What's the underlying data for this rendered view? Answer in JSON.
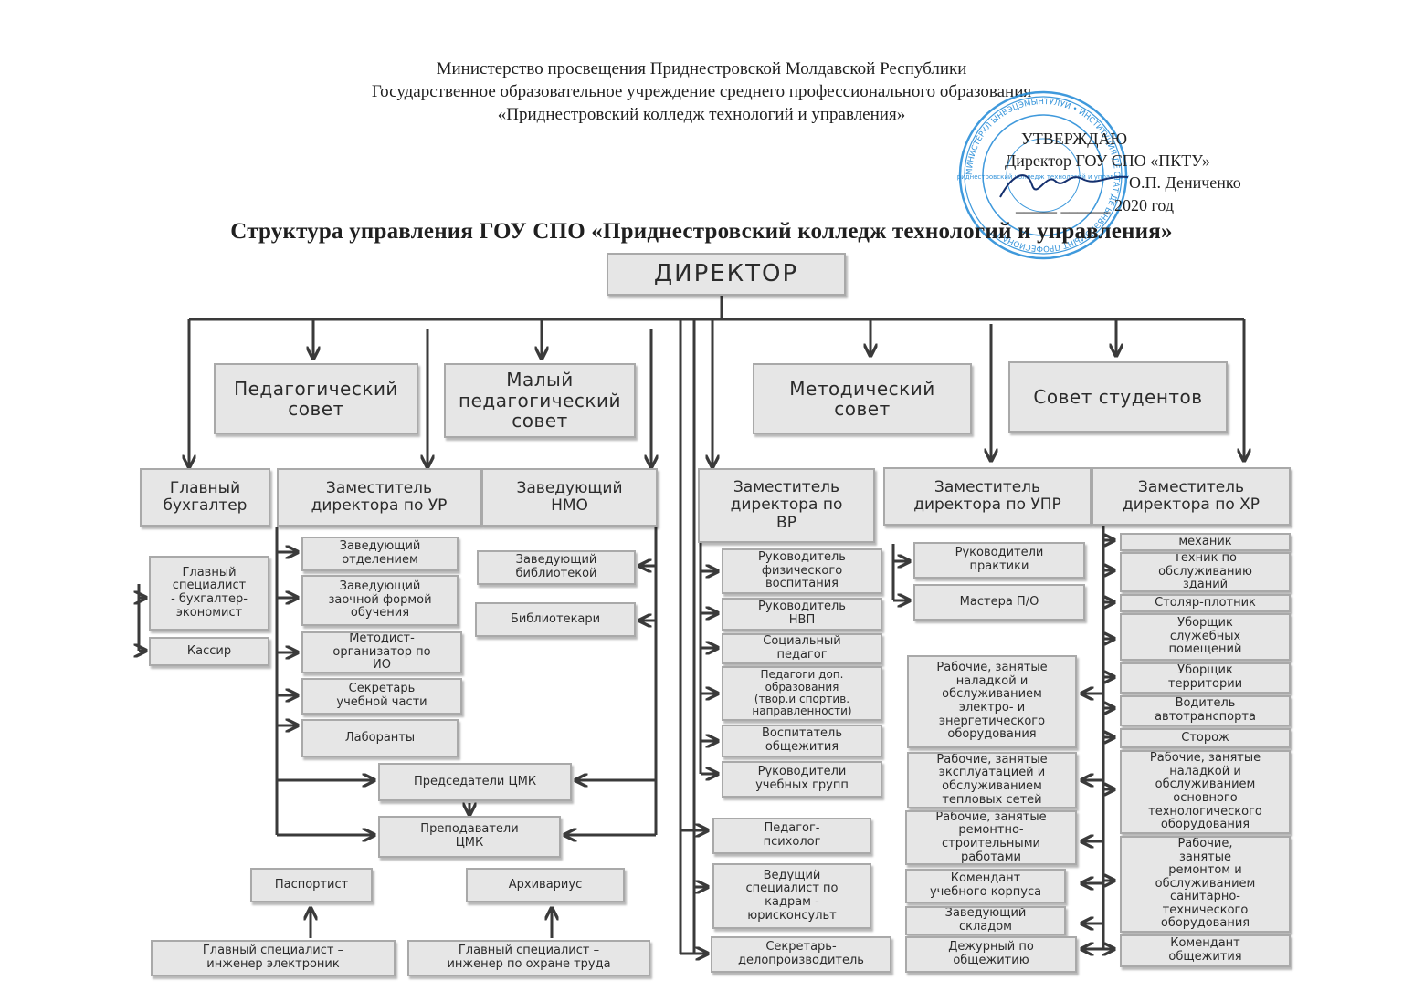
{
  "header": {
    "line1": "Министерство просвещения Приднестровской Молдавской Республики",
    "line2": "Государственное образовательное учреждение среднего профессионального образования",
    "line3": "«Приднестровский колледж технологий и управления»"
  },
  "approval": {
    "approve": "УТВЕРЖДАЮ",
    "position": "Директор ГОУ СПО «ПКТУ»",
    "name": "О.П. Дениченко",
    "date": "_____ ______ 2020 год"
  },
  "stamp": {
    "text": "МИНИСТЕРУЛ ЫНВЭЦЭМЫНТУЛУЙ • ИНСТИТУЦИЯ ДЕ СТАТ ДЕ ЫНВЭЦЭМЫНТ ПРОФЕСИОНАЛ",
    "center_text": "\"Приднестровский колледж технологий и управления\""
  },
  "title": "Структура управления ГОУ СПО «Приднестровский колледж технологий и управления»",
  "boxes": {
    "director": "ДИРЕКТОР",
    "ped_sovet": "Педагогический\nсовет",
    "maly_sovet": "Малый\nпедагогический\nсовет",
    "metod_sovet": "Методический\nсовет",
    "sovet_stud": "Совет студентов",
    "gl_buh": "Главный\nбухгалтер",
    "zam_ur": "Заместитель\nдиректора по УР",
    "zav_nmo": "Заведующий\nНМО",
    "zam_vr": "Заместитель\nдиректора по\nВР",
    "zam_upr": "Заместитель\nдиректора по УПР",
    "zam_hr": "Заместитель\nдиректора по ХР",
    "gl_spec_buh": "Главный\nспециалист\n- бухгалтер-\nэкономист",
    "kassir": "Кассир",
    "zav_otd": "Заведующий\nотделением",
    "zav_zaoch": "Заведующий\nзаочной формой\nобучения",
    "metodist": "Методист-\nорганизатор по\nИО",
    "sekr_uch": "Секретарь\nучебной части",
    "laboranty": "Лаборанты",
    "zav_bibl": "Заведующий\nбиблиотекой",
    "bibliotekari": "Библиотекари",
    "ruk_fiz": "Руководитель\nфизического\nвоспитания",
    "ruk_nvp": "Руководитель\nНВП",
    "soc_ped": "Социальный\nпедагог",
    "ped_dop": "Педагоги доп.\nобразования\n(твор.и спортив.\nнаправленности)",
    "vospit": "Воспитатель\nобщежития",
    "ruk_grupp": "Руководители\nучебных групп",
    "ruk_prakt": "Руководители\nпрактики",
    "mastera": "Мастера П/О",
    "mekhanik": "механик",
    "tekhnik": "Техник по\nобслуживанию\nзданий",
    "stolyar": "Столяр-плотник",
    "uborshchik_pom": "Уборщик\nслужебных\nпомещений",
    "uborshchik_ter": "Уборщик\nтерритории",
    "voditel": "Водитель\nавтотранспорта",
    "storozh": "Сторож",
    "rab_tekhn": "Рабочие, занятые\nналадкой и\nобслуживанием\nосновного\nтехнологического\nоборудования",
    "rab_san": "Рабочие,\nзанятые\nремонтом и\nобслуживанием\nсанитарно-\nтехнического\nоборудования",
    "komend_obsh": "Комендант\nобщежития",
    "rab_elektro": "Рабочие, занятые\nналадкой и\nобслуживанием\nэлектро- и\nэнергетического\nоборудования",
    "rab_teplo": "Рабочие, занятые\nэксплуатацией и\nобслуживанием\nтепловых сетей",
    "rab_remont": "Рабочие, занятые\nремонтно-\nстроительными\nработами",
    "komend_korp": "Комендант\nучебного корпуса",
    "zav_sklad": "Заведующий\nскладом",
    "dezhurny": "Дежурный по\nобщежитию",
    "pred_cmk": "Председатели ЦМК",
    "prepod_cmk": "Преподаватели\nЦМК",
    "ped_psih": "Педагог-\nпсихолог",
    "ved_spec": "Ведущий\nспециалист по\nкадрам -\nюрисконсульт",
    "sekr_delo": "Секретарь-\nделопроизводитель",
    "pasportist": "Паспортист",
    "arhivarius": "Архивариус",
    "gl_spec_el": "Главный специалист –\nинженер электроник",
    "gl_spec_ot": "Главный специалист –\nинженер по охране труда"
  }
}
